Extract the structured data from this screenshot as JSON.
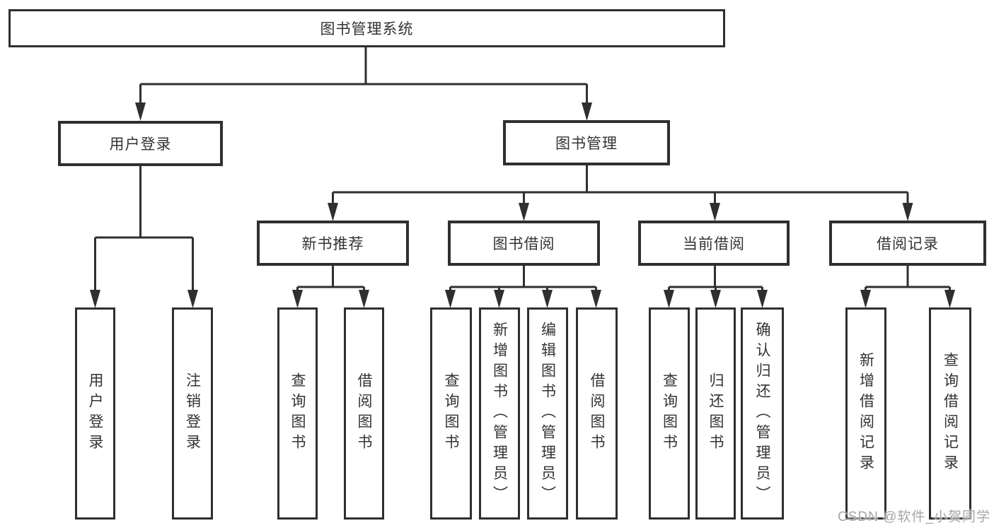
{
  "tree": {
    "label": "图书管理系统",
    "children": [
      {
        "label": "用户登录",
        "children": [
          {
            "label": "用户登录"
          },
          {
            "label": "注销登录"
          }
        ]
      },
      {
        "label": "图书管理",
        "children": [
          {
            "label": "新书推荐",
            "children": [
              {
                "label": "查询图书"
              },
              {
                "label": "借阅图书"
              }
            ]
          },
          {
            "label": "图书借阅",
            "children": [
              {
                "label": "查询图书"
              },
              {
                "label": "新增图书（管理员）"
              },
              {
                "label": "编辑图书（管理员）"
              },
              {
                "label": "借阅图书"
              }
            ]
          },
          {
            "label": "当前借阅",
            "children": [
              {
                "label": "查询图书"
              },
              {
                "label": "归还图书"
              },
              {
                "label": "确认归还（管理员）"
              }
            ]
          },
          {
            "label": "借阅记录",
            "children": [
              {
                "label": "新增借阅记录"
              },
              {
                "label": "查询借阅记录"
              }
            ]
          }
        ]
      }
    ]
  },
  "watermark": {
    "text": "CSDN @软件_小贺同学"
  },
  "colors": {
    "line": "#2f2f2f",
    "text": "#333333",
    "background": "#ffffff",
    "watermark": "#a0a0a0"
  }
}
